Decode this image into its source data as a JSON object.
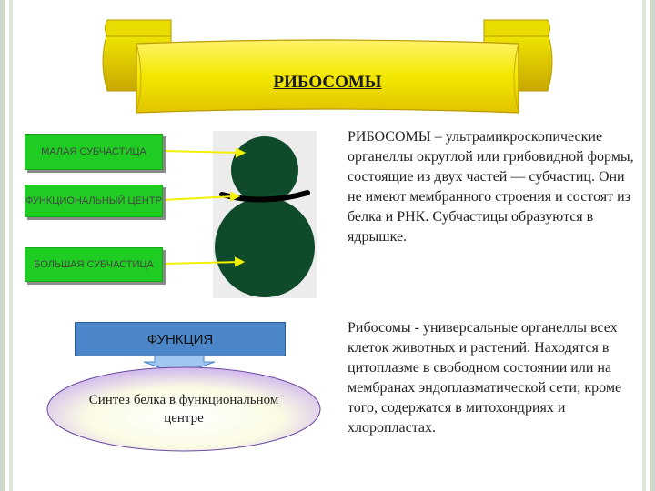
{
  "banner": {
    "title": "РИБОСОМЫ"
  },
  "labels": {
    "small": "МАЛАЯ СУБЧАСТИЦА",
    "center": "ФУНКЦИОНАЛЬНЫЙ ЦЕНТР",
    "large": "БОЛЬШАЯ СУБЧАСТИЦА"
  },
  "function": {
    "header": "ФУНКЦИЯ",
    "text": "Синтез белка в функциональном центре"
  },
  "description": {
    "paragraph_1": "РИБОСОМЫ – ультрамикроскопические органеллы округлой или грибовидной формы, состоящие из двух частей — субчастиц. Они не имеют мембранного строения и состоят из белка и РНК. Субчастицы образуются в ядрышке.",
    "paragraph_2": "Рибосомы - универсальные органеллы всех клеток животных и растений. Находятся в цитоплазме в свободном состоянии или на мембранах эндоплазматической сети; кроме того, содержатся в митохондриях и хлоропластах."
  },
  "colors": {
    "banner": "#f7f000",
    "label_box": "#1fcc22",
    "ribosome": "#0f4a2a",
    "function_box": "#4a86c8",
    "arrow": "#f2f000"
  }
}
